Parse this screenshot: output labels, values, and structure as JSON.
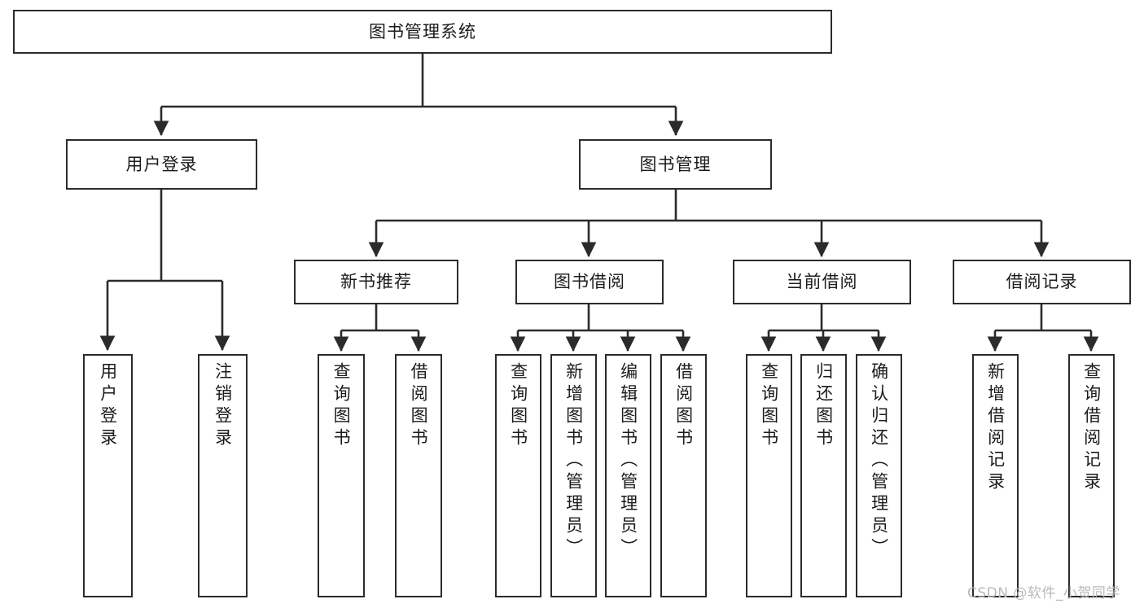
{
  "diagram": {
    "type": "tree-hierarchy",
    "title": "图书管理系统",
    "root": {
      "id": "root",
      "label": "图书管理系统",
      "level": 0,
      "orientation": "horizontal"
    },
    "level1": [
      {
        "id": "user-login",
        "label": "用户登录",
        "orientation": "horizontal"
      },
      {
        "id": "book-manage",
        "label": "图书管理",
        "orientation": "horizontal"
      }
    ],
    "level2": [
      {
        "id": "new-book-recommend",
        "label": "新书推荐",
        "parent": "book-manage",
        "orientation": "horizontal"
      },
      {
        "id": "book-borrow",
        "label": "图书借阅",
        "parent": "book-manage",
        "orientation": "horizontal"
      },
      {
        "id": "current-borrow",
        "label": "当前借阅",
        "parent": "book-manage",
        "orientation": "horizontal"
      },
      {
        "id": "borrow-record",
        "label": "借阅记录",
        "parent": "book-manage",
        "orientation": "horizontal"
      }
    ],
    "leaves": [
      {
        "id": "leaf-user-login",
        "label": "用户登录",
        "parent": "user-login",
        "orientation": "vertical"
      },
      {
        "id": "leaf-logout",
        "label": "注销登录",
        "parent": "user-login",
        "orientation": "vertical"
      },
      {
        "id": "leaf-query-book-1",
        "label": "查询图书",
        "parent": "new-book-recommend",
        "orientation": "vertical"
      },
      {
        "id": "leaf-borrow-book-1",
        "label": "借阅图书",
        "parent": "new-book-recommend",
        "orientation": "vertical"
      },
      {
        "id": "leaf-query-book-2",
        "label": "查询图书",
        "parent": "book-borrow",
        "orientation": "vertical"
      },
      {
        "id": "leaf-add-book",
        "label": "新增图书（管理员）",
        "parent": "book-borrow",
        "orientation": "vertical"
      },
      {
        "id": "leaf-edit-book",
        "label": "编辑图书（管理员）",
        "parent": "book-borrow",
        "orientation": "vertical"
      },
      {
        "id": "leaf-borrow-book-2",
        "label": "借阅图书",
        "parent": "book-borrow",
        "orientation": "vertical"
      },
      {
        "id": "leaf-query-book-3",
        "label": "查询图书",
        "parent": "current-borrow",
        "orientation": "vertical"
      },
      {
        "id": "leaf-return-book",
        "label": "归还图书",
        "parent": "current-borrow",
        "orientation": "vertical"
      },
      {
        "id": "leaf-confirm-return",
        "label": "确认归还（管理员）",
        "parent": "current-borrow",
        "orientation": "vertical"
      },
      {
        "id": "leaf-add-record",
        "label": "新增借阅记录",
        "parent": "borrow-record",
        "orientation": "vertical"
      },
      {
        "id": "leaf-query-record",
        "label": "查询借阅记录",
        "parent": "borrow-record",
        "orientation": "vertical"
      }
    ],
    "colors": {
      "stroke": "#2b2b2b",
      "fill": "#ffffff",
      "text": "#1a1a1a",
      "watermark": "#b9b9b9"
    }
  },
  "watermark": {
    "text": "CSDN @软件_小贺同学"
  }
}
